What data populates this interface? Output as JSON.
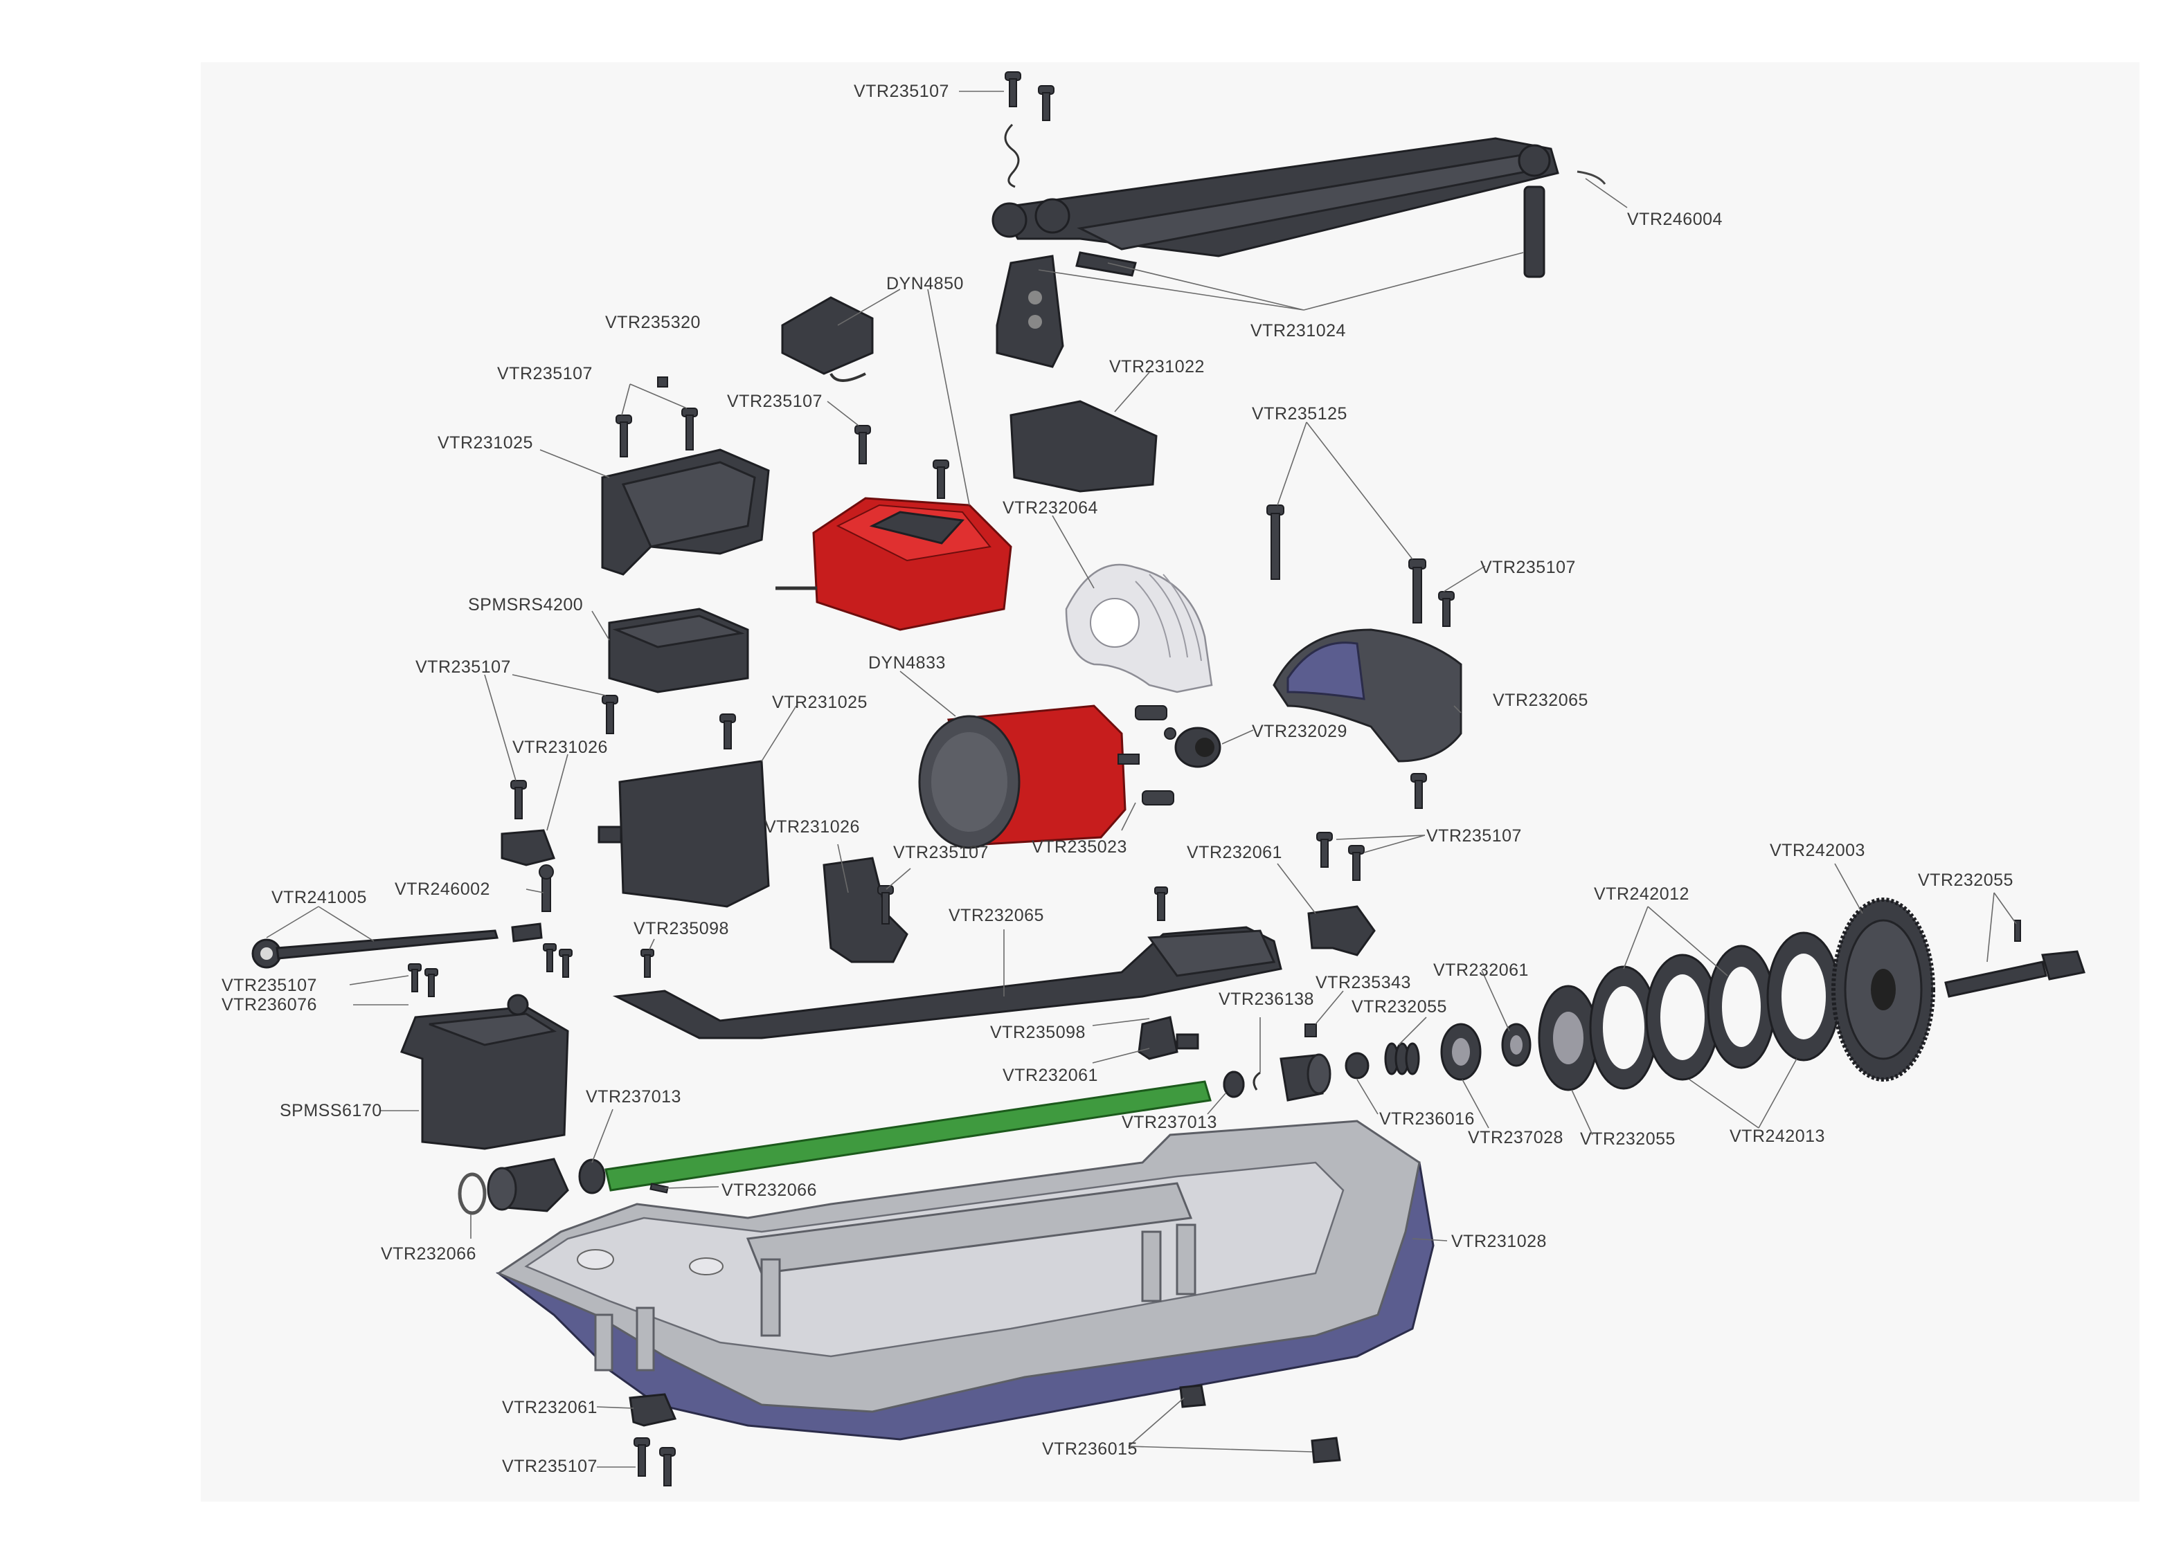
{
  "diagram": {
    "part_labels": [
      {
        "id": "lbl01",
        "text": "VTR235107"
      },
      {
        "id": "lbl02",
        "text": "VTR246004"
      },
      {
        "id": "lbl03",
        "text": "DYN4850"
      },
      {
        "id": "lbl04",
        "text": "VTR231024"
      },
      {
        "id": "lbl05",
        "text": "VTR235320"
      },
      {
        "id": "lbl06",
        "text": "VTR235107"
      },
      {
        "id": "lbl07",
        "text": "VTR231022"
      },
      {
        "id": "lbl08",
        "text": "VTR235107"
      },
      {
        "id": "lbl09",
        "text": "VTR231025"
      },
      {
        "id": "lbl10",
        "text": "VTR235125"
      },
      {
        "id": "lbl11",
        "text": "VTR232064"
      },
      {
        "id": "lbl12",
        "text": "VTR235107"
      },
      {
        "id": "lbl13",
        "text": "SPMSRS4200"
      },
      {
        "id": "lbl14",
        "text": "DYN4833"
      },
      {
        "id": "lbl15",
        "text": "VTR235107"
      },
      {
        "id": "lbl16",
        "text": "VTR231025"
      },
      {
        "id": "lbl17",
        "text": "VTR232065"
      },
      {
        "id": "lbl18",
        "text": "VTR232029"
      },
      {
        "id": "lbl19",
        "text": "VTR231026"
      },
      {
        "id": "lbl20",
        "text": "VTR235023"
      },
      {
        "id": "lbl21",
        "text": "VTR235107"
      },
      {
        "id": "lbl22",
        "text": "VTR231026"
      },
      {
        "id": "lbl23",
        "text": "VTR235107"
      },
      {
        "id": "lbl24",
        "text": "VTR232061"
      },
      {
        "id": "lbl25",
        "text": "VTR242003"
      },
      {
        "id": "lbl26",
        "text": "VTR232055"
      },
      {
        "id": "lbl27",
        "text": "VTR241005"
      },
      {
        "id": "lbl28",
        "text": "VTR246002"
      },
      {
        "id": "lbl29",
        "text": "VTR232065"
      },
      {
        "id": "lbl30",
        "text": "VTR242012"
      },
      {
        "id": "lbl31",
        "text": "VTR235098"
      },
      {
        "id": "lbl32",
        "text": "VTR235107"
      },
      {
        "id": "lbl33",
        "text": "VTR236076"
      },
      {
        "id": "lbl34",
        "text": "VTR235343"
      },
      {
        "id": "lbl35",
        "text": "VTR232061"
      },
      {
        "id": "lbl36",
        "text": "VTR236138"
      },
      {
        "id": "lbl37",
        "text": "VTR232055"
      },
      {
        "id": "lbl38",
        "text": "VTR235098"
      },
      {
        "id": "lbl39",
        "text": "VTR232061"
      },
      {
        "id": "lbl40",
        "text": "SPMSS6170"
      },
      {
        "id": "lbl41",
        "text": "VTR237013"
      },
      {
        "id": "lbl42",
        "text": "VTR237013"
      },
      {
        "id": "lbl43",
        "text": "VTR236016"
      },
      {
        "id": "lbl44",
        "text": "VTR237028"
      },
      {
        "id": "lbl45",
        "text": "VTR232055"
      },
      {
        "id": "lbl46",
        "text": "VTR242013"
      },
      {
        "id": "lbl47",
        "text": "VTR232066"
      },
      {
        "id": "lbl48",
        "text": "VTR231028"
      },
      {
        "id": "lbl49",
        "text": "VTR232066"
      },
      {
        "id": "lbl50",
        "text": "VTR232061"
      },
      {
        "id": "lbl51",
        "text": "VTR236015"
      },
      {
        "id": "lbl52",
        "text": "VTR235107"
      }
    ],
    "colors": {
      "background": "#ffffff",
      "panel": "#f7f7f7",
      "label_text": "#3a3a3a",
      "part_dark": "#3b3d43",
      "esc_motor_red": "#c71d1d",
      "driveshaft_green": "#3f9a3f",
      "tub_blue": "#5b5d8f",
      "tub_gray": "#b6b8bd"
    }
  }
}
